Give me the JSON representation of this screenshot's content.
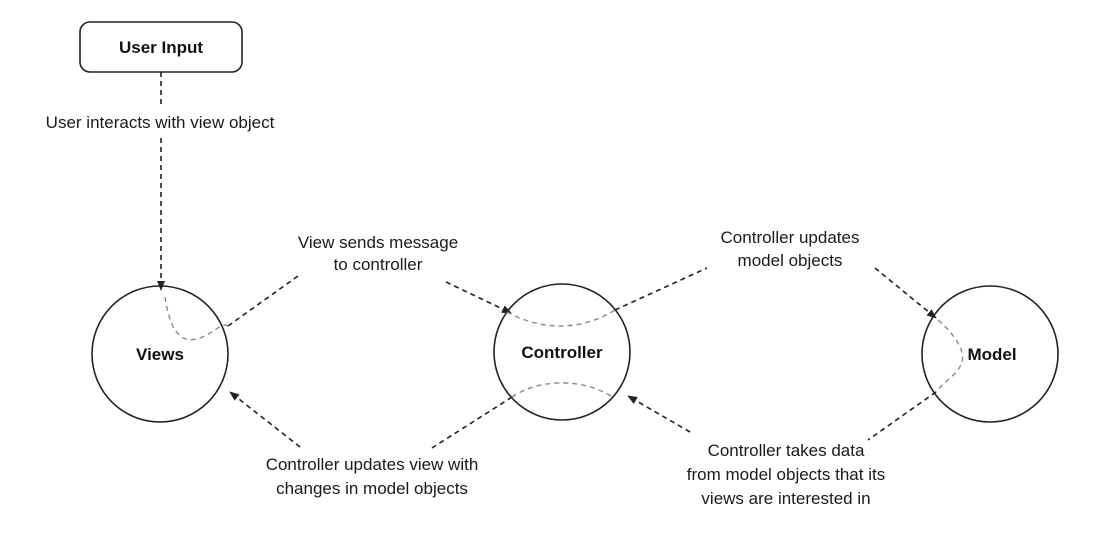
{
  "nodes": {
    "user_input": "User Input",
    "views": "Views",
    "controller": "Controller",
    "model": "Model"
  },
  "edges": {
    "user_interacts": "User interacts with view object",
    "view_sends_1": "View sends message",
    "view_sends_2": "to controller",
    "controller_updates_model_1": "Controller updates",
    "controller_updates_model_2": "model objects",
    "controller_updates_view_1": "Controller updates view with",
    "controller_updates_view_2": "changes in model objects",
    "controller_takes_1": "Controller takes data",
    "controller_takes_2": "from model objects that its",
    "controller_takes_3": "views are interested in"
  },
  "colors": {
    "stroke": "#222222",
    "connector": "#8a8a8a",
    "background": "#ffffff"
  }
}
